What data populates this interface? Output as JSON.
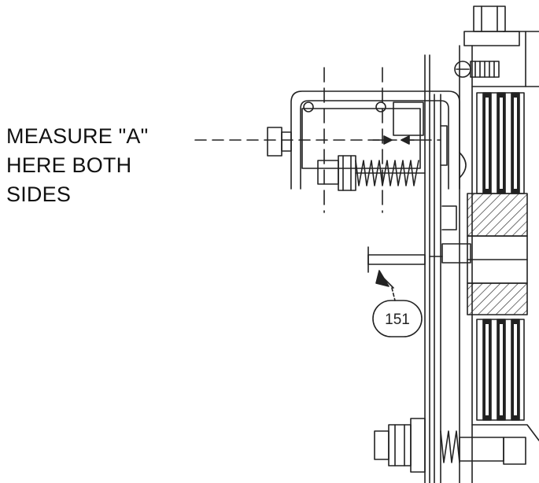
{
  "callout": {
    "lines": [
      "MEASURE \"A\"",
      "HERE BOTH",
      "SIDES"
    ]
  },
  "reference_tag": {
    "label": "151"
  }
}
